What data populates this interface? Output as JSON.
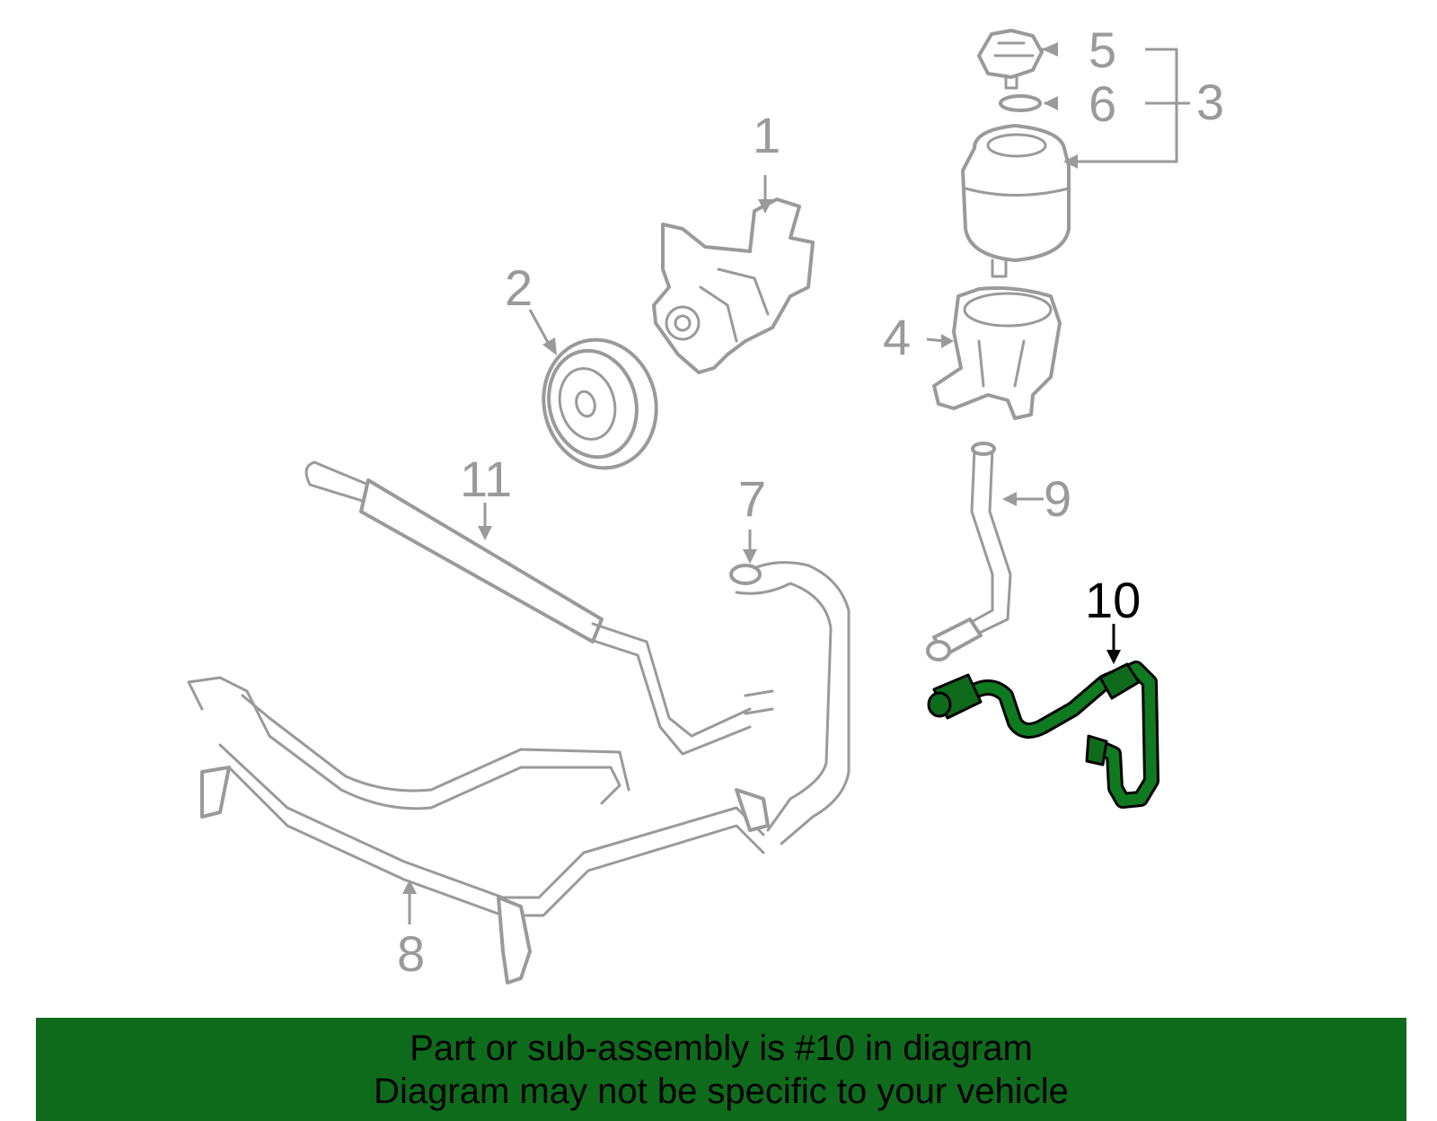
{
  "diagram": {
    "callouts": [
      "1",
      "2",
      "3",
      "4",
      "5",
      "6",
      "7",
      "8",
      "9",
      "10",
      "11"
    ],
    "highlighted_callout": "10"
  },
  "banner": {
    "line1": "Part or sub-assembly is #10 in diagram",
    "line2": "Diagram may not be specific to your vehicle",
    "background_color": "#0f6b1c"
  }
}
